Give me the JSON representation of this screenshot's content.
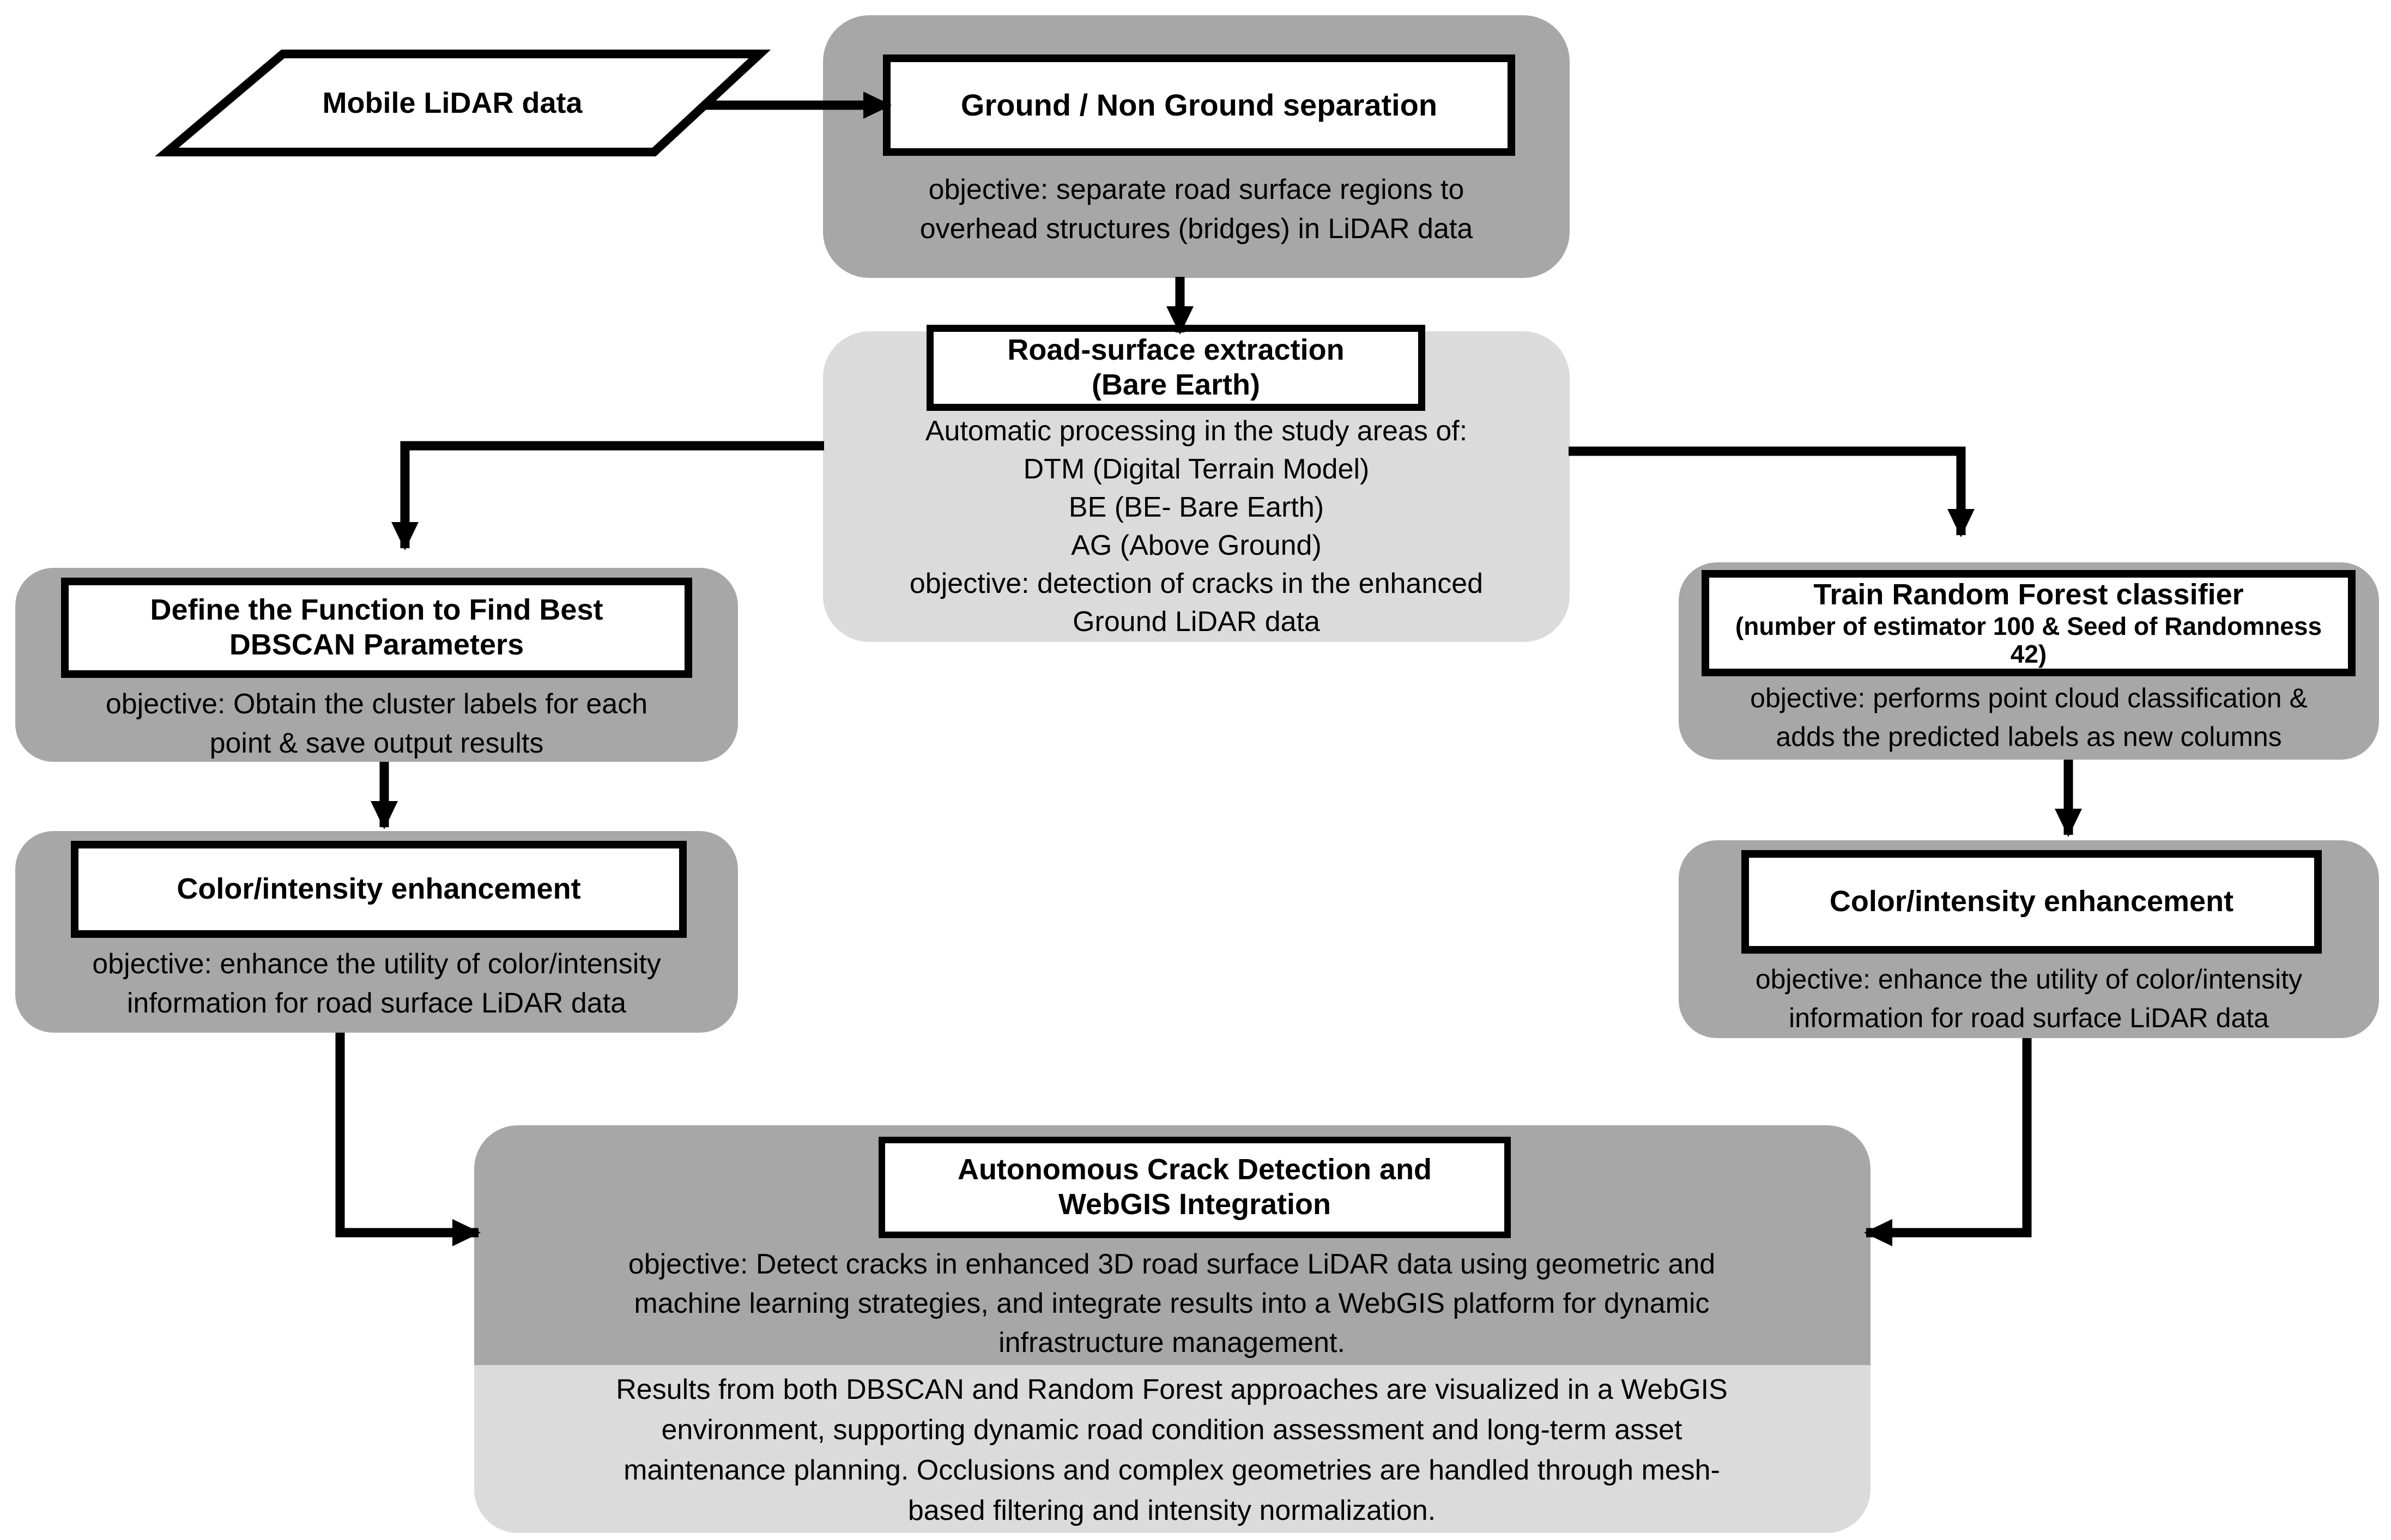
{
  "fc": {
    "input": {
      "label": "Mobile LiDAR data"
    },
    "ground_separation": {
      "title": "Ground / Non Ground separation",
      "objective_lines": [
        "objective: separate road surface regions to",
        "overhead structures (bridges) in LiDAR data"
      ]
    },
    "road_surface_extraction": {
      "title_lines": [
        "Road-surface extraction",
        "(Bare Earth)"
      ],
      "body_lines": [
        "Automatic processing in the study areas of:",
        "DTM (Digital Terrain Model)",
        "BE (BE- Bare Earth)",
        "AG (Above Ground)",
        "objective: detection of cracks in the enhanced",
        "Ground LiDAR data"
      ]
    },
    "dbscan": {
      "title_lines": [
        "Define the Function to Find Best",
        "DBSCAN Parameters"
      ],
      "objective_lines": [
        "objective: Obtain the cluster labels for each",
        "point & save output results"
      ]
    },
    "color_enhancement_left": {
      "title": "Color/intensity enhancement",
      "objective_lines": [
        "objective: enhance the utility of color/intensity",
        "information for road surface LiDAR data"
      ]
    },
    "random_forest": {
      "title": "Train Random Forest classifier",
      "subtitle_lines": [
        "(number of estimator 100 & Seed of Randomness",
        "42)"
      ],
      "objective_lines": [
        "objective: performs point cloud classification &",
        "adds the predicted labels as new columns"
      ]
    },
    "color_enhancement_right": {
      "title": "Color/intensity enhancement",
      "objective_lines": [
        "objective: enhance the utility of color/intensity",
        "information for road surface LiDAR data"
      ]
    },
    "crack_detection": {
      "title_lines": [
        "Autonomous Crack Detection and",
        "WebGIS Integration"
      ],
      "objective_lines": [
        "objective: Detect cracks in enhanced 3D road surface LiDAR data using geometric and",
        "machine learning strategies, and integrate results into a WebGIS platform for dynamic",
        "infrastructure management."
      ],
      "results_lines": [
        "Results from both DBSCAN and Random Forest approaches are visualized in a WebGIS",
        "environment, supporting dynamic road condition assessment and long-term asset",
        "maintenance planning. Occlusions and complex geometries are handled through mesh-",
        "based filtering and intensity normalization."
      ]
    },
    "colors": {
      "container_gray": "#a7a7a7",
      "panel_light_gray": "#dbdbdb",
      "box_fill": "#ffffff",
      "line_color": "#000000"
    }
  }
}
